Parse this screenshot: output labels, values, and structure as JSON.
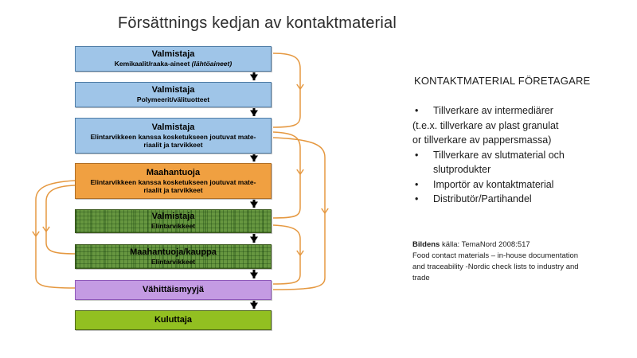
{
  "title": "Försättnings kedjan av kontaktmaterial",
  "flow": {
    "boxes": [
      {
        "title": "Valmistaja",
        "sub1": "Kemikaalit/raaka-aineet ",
        "sub_italic": "(lähtöaineet)"
      },
      {
        "title": "Valmistaja",
        "sub1": "Polymeerit/välituotteet"
      },
      {
        "title": "Valmistaja",
        "sub1": "Elintarvikkeen kanssa kosketukseen joutuvat mate-",
        "sub2": "riaalit ja tarvikkeet"
      },
      {
        "title": "Maahantuoja",
        "sub1": "Elintarvikkeen kanssa kosketukseen joutuvat mate-",
        "sub2": "riaalit ja tarvikkeet"
      },
      {
        "title": "Valmistaja",
        "sub1": "Elintarvikkeet"
      },
      {
        "title": "Maahantuoja/kauppa",
        "sub1": "Elintarvikkeet"
      },
      {
        "title": "Vähittäismyyjä"
      },
      {
        "title": "Kuluttaja"
      }
    ]
  },
  "sidebar": {
    "heading": "KONTAKTMATERIAL FÖRETAGARE",
    "items": [
      {
        "bullet": "•",
        "text": "Tillverkare av intermediärer"
      },
      {
        "bullet": "",
        "text": "(t.e.x. tillverkare av plast granulat"
      },
      {
        "bullet": "",
        "text": " or tillverkare av pappersmassa)"
      },
      {
        "bullet": "•",
        "text": "Tillverkare av slutmaterial och"
      },
      {
        "bullet": "",
        "text": "slutprodukter"
      },
      {
        "bullet": "•",
        "text": "Importör av kontaktmaterial"
      },
      {
        "bullet": "•",
        "text": "Distributör/Partihandel"
      }
    ],
    "source": {
      "bold": "Bildens",
      "line1_rest": " källa: TemaNord 2008:517",
      "line2": "Food contact materials – in-house documentation",
      "line3": "and traceability -Nordic check lists to industry and",
      "line4": "trade"
    }
  },
  "colors": {
    "blue_fill": "#9FC5E8",
    "blue_border": "#4E7CA6",
    "orange_fill": "#F0A041",
    "orange_border": "#B06E24",
    "green_fill": "#679740",
    "green_border": "#3C5A1E",
    "purple_fill": "#C49BE3",
    "purple_border": "#8F58BA",
    "lime_fill": "#92C021",
    "lime_border": "#4F681C",
    "connector_orange": "#E59840",
    "flow_arrow_black": "#000000"
  }
}
